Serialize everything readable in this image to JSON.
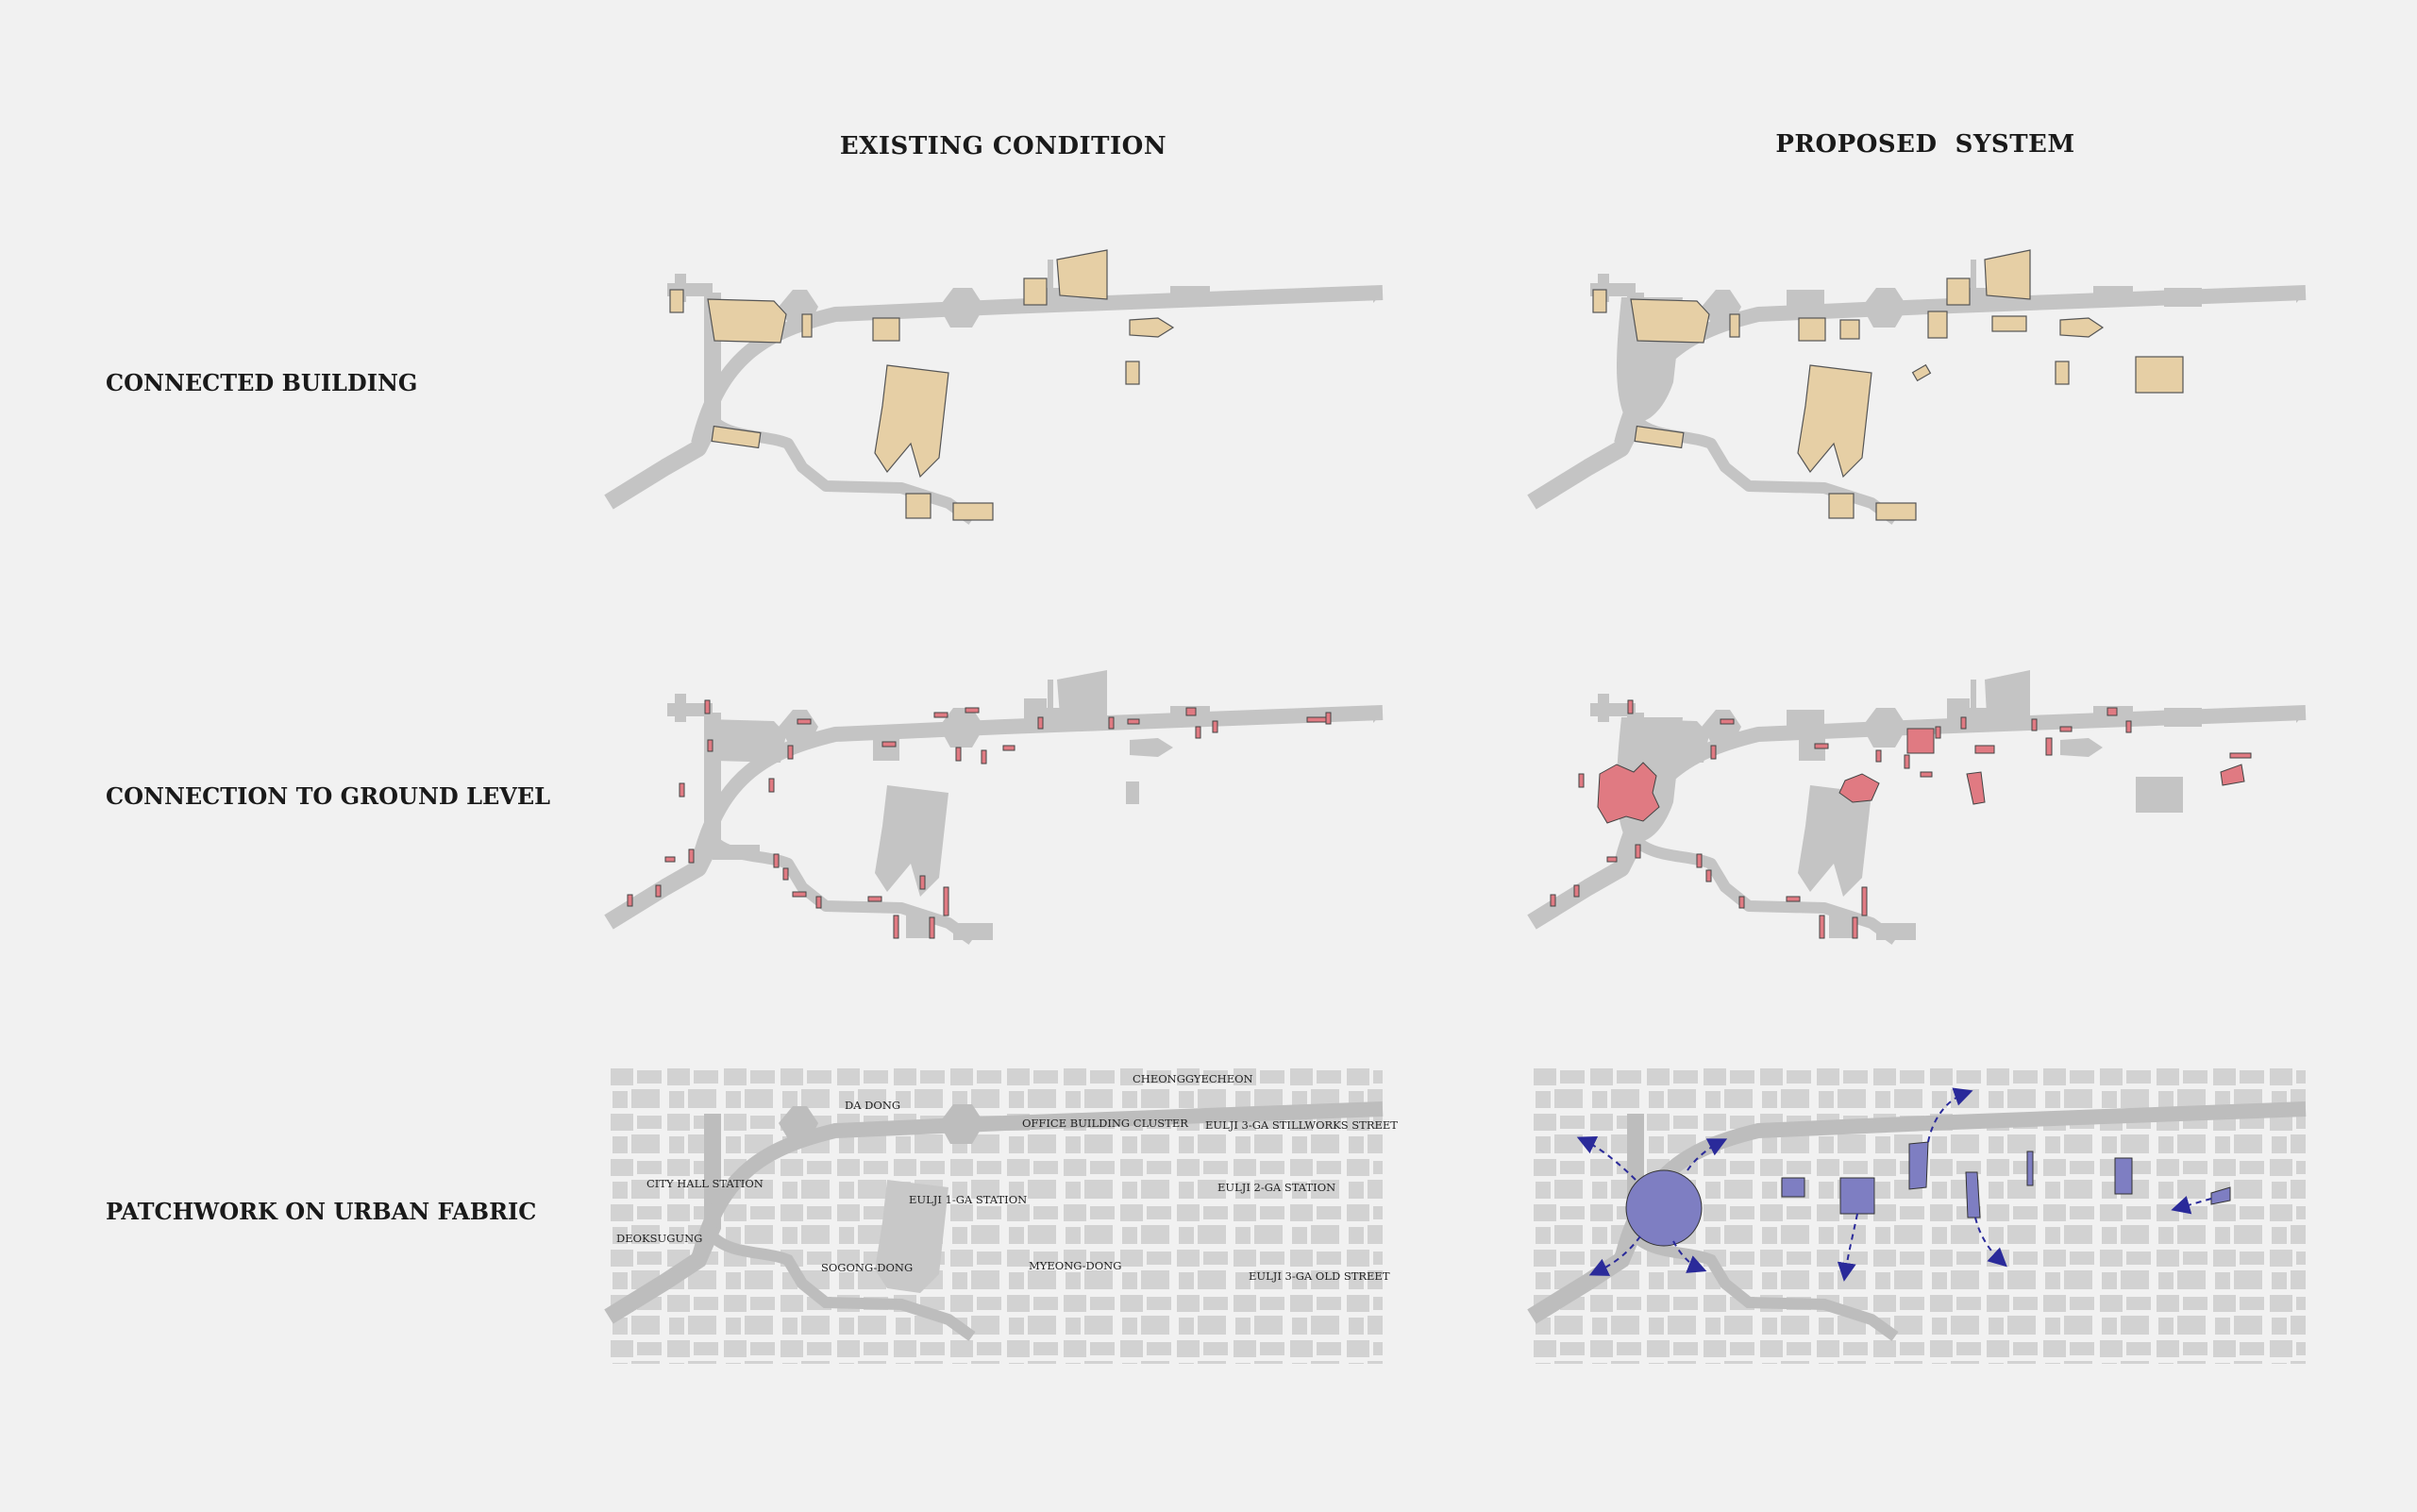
{
  "columns": {
    "existing": "EXISTING CONDITION",
    "proposed": "PROPOSED  SYSTEM"
  },
  "rows": {
    "connected": "CONNECTED BUILDING",
    "ground": "CONNECTION TO GROUND LEVEL",
    "patchwork": "PATCHWORK ON URBAN FABRIC"
  },
  "places": {
    "cheonggyecheon": "CHEONGGYECHEON",
    "da_dong": "DA DONG",
    "office_cluster": "OFFICE BUILDING CLUSTER",
    "eulji3_stillworks": "EULJI 3-GA STILLWORKS STREET",
    "city_hall": "CITY HALL STATION",
    "eulji1_station": "EULJI 1-GA STATION",
    "eulji2_station": "EULJI 2-GA STATION",
    "deoksugung": "DEOKSUGUNG",
    "sogong": "SOGONG-DONG",
    "myeong": "MYEONG-DONG",
    "eulji3_old": "EULJI 3-GA OLD STREET"
  },
  "colors": {
    "background": "#f1f1f1",
    "network": "#c4c4c4",
    "building": "#e6cfa5",
    "ground_connection": "#e07a82",
    "proposed_node": "#7e7ec2",
    "arrow": "#2a2a9a"
  }
}
